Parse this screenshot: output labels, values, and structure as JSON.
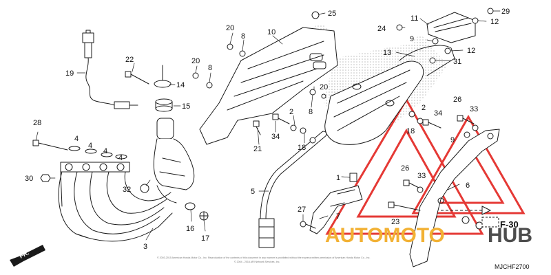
{
  "diagram": {
    "callouts": [
      "1",
      "2",
      "2",
      "3",
      "4",
      "4",
      "4",
      "4",
      "5",
      "6",
      "7",
      "8",
      "8",
      "8",
      "9",
      "9",
      "10",
      "11",
      "12",
      "12",
      "13",
      "14",
      "15",
      "16",
      "17",
      "18",
      "18",
      "19",
      "20",
      "20",
      "20",
      "21",
      "22",
      "23",
      "24",
      "25",
      "26",
      "26",
      "27",
      "28",
      "29",
      "30",
      "31",
      "32",
      "33",
      "33",
      "34",
      "34"
    ],
    "reference_label": "F-30",
    "direction_label": "FR.",
    "diagram_code": "MJCHF2700",
    "copyright_line_1": "© 2003-2015 American Honda Motor Co., Inc. Reproduction of the contents of this document in any manner is prohibited without the express written permission of American Honda Motor Co., Inc.",
    "copyright_line_2": "© 2004 - 2016 ARI Network Services, Inc."
  },
  "watermark": {
    "text_a": "AUTOMOTO",
    "text_b": "HUB",
    "color_a": "#f2b134",
    "color_b": "#4d4d4d",
    "triangle_color": "#e53935"
  },
  "colors": {
    "line": "#1a1a1a",
    "dots": "#bdbdbd"
  }
}
